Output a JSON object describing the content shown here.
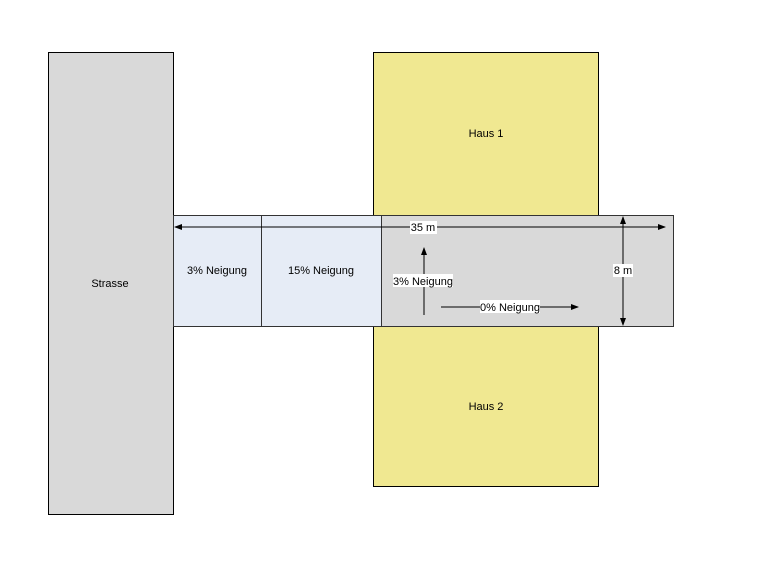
{
  "colors": {
    "street": "#d9d9d9",
    "house": "#f0e891",
    "slope_zone": "#e6ecf6",
    "driveway": "#d9d9d9",
    "stroke": "#000000"
  },
  "labels": {
    "street": "Strasse",
    "house1": "Haus 1",
    "house2": "Haus 2",
    "zone_a": "3% Neigung",
    "zone_b": "15% Neigung",
    "length": "35 m",
    "width": "8 m",
    "cross_slope": "3% Neigung",
    "long_slope": "0% Neigung"
  }
}
